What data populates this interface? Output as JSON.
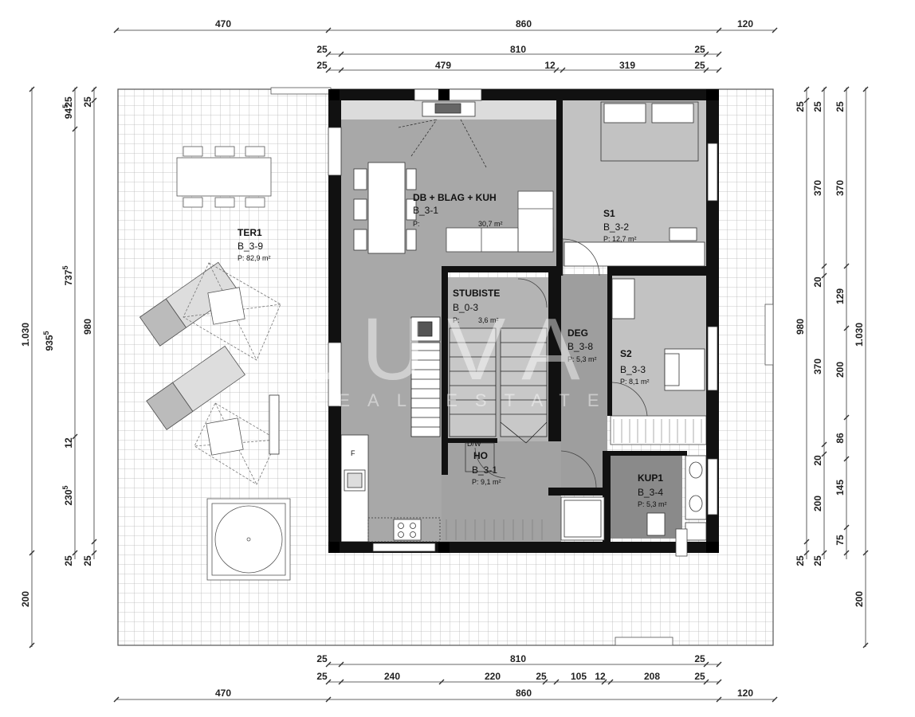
{
  "dimensions": {
    "top_row1": [
      "470",
      "860",
      "120"
    ],
    "top_row2": [
      "25",
      "810",
      "25"
    ],
    "top_row3": [
      "25",
      "479",
      "12",
      "319",
      "25"
    ],
    "bottom_row1": [
      "25",
      "810",
      "25"
    ],
    "bottom_row2": [
      "25",
      "240",
      "220",
      "25",
      "105",
      "12",
      "208",
      "25"
    ],
    "bottom_row3": [
      "470",
      "860",
      "120"
    ],
    "left_outer": [
      "1.030",
      "200"
    ],
    "left_mid": [
      "94",
      "5",
      "737",
      "5",
      "935",
      "5",
      "12",
      "230",
      "5",
      "25"
    ],
    "left_inner": [
      "25",
      "980",
      "25"
    ],
    "right_inner": [
      "25",
      "980",
      "25"
    ],
    "right_mid": [
      "25",
      "370",
      "20",
      "370",
      "20",
      "200",
      "25"
    ],
    "right_mid2": [
      "25",
      "370",
      "129",
      "200",
      "86",
      "145",
      "75"
    ],
    "right_outer": [
      "1.030",
      "200"
    ]
  },
  "rooms": [
    {
      "name": "DB + BLAG + KUH",
      "code": "B_3-1",
      "area_label": "P:",
      "area_value": "30,7 m²"
    },
    {
      "name": "S1",
      "code": "B_3-2",
      "area_label": "P: 12,7 m²"
    },
    {
      "name": "TER1",
      "code": "B_3-9",
      "area_label": "P: 82,9 m²"
    },
    {
      "name": "STUBISTE",
      "code": "B_0-3",
      "area_label": "P:",
      "area_value": "3,6 m²"
    },
    {
      "name": "DEG",
      "code": "B_3-8",
      "area_label": "P: 5,3 m²"
    },
    {
      "name": "S2",
      "code": "B_3-3",
      "area_label": "P: 8,1 m²"
    },
    {
      "name": "HO",
      "code": "B_3-1",
      "area_label": "P: 9,1 m²"
    },
    {
      "name": "KUP1",
      "code": "B_3-4",
      "area_label": "P: 5,3 m²"
    }
  ],
  "fixture_labels": {
    "fridge": "F",
    "dw": "D/W"
  },
  "watermark": {
    "brand": "LUVA",
    "tagline": "REAL ESTATE"
  },
  "colors": {
    "terrace_grid": "#b5b5b5",
    "living_fill": "#a8a8a8",
    "bedroom_fill": "#c2c2c2",
    "corridor_fill": "#9e9e9e",
    "bath_fill": "#8a8a8a",
    "wall": "#111111"
  }
}
